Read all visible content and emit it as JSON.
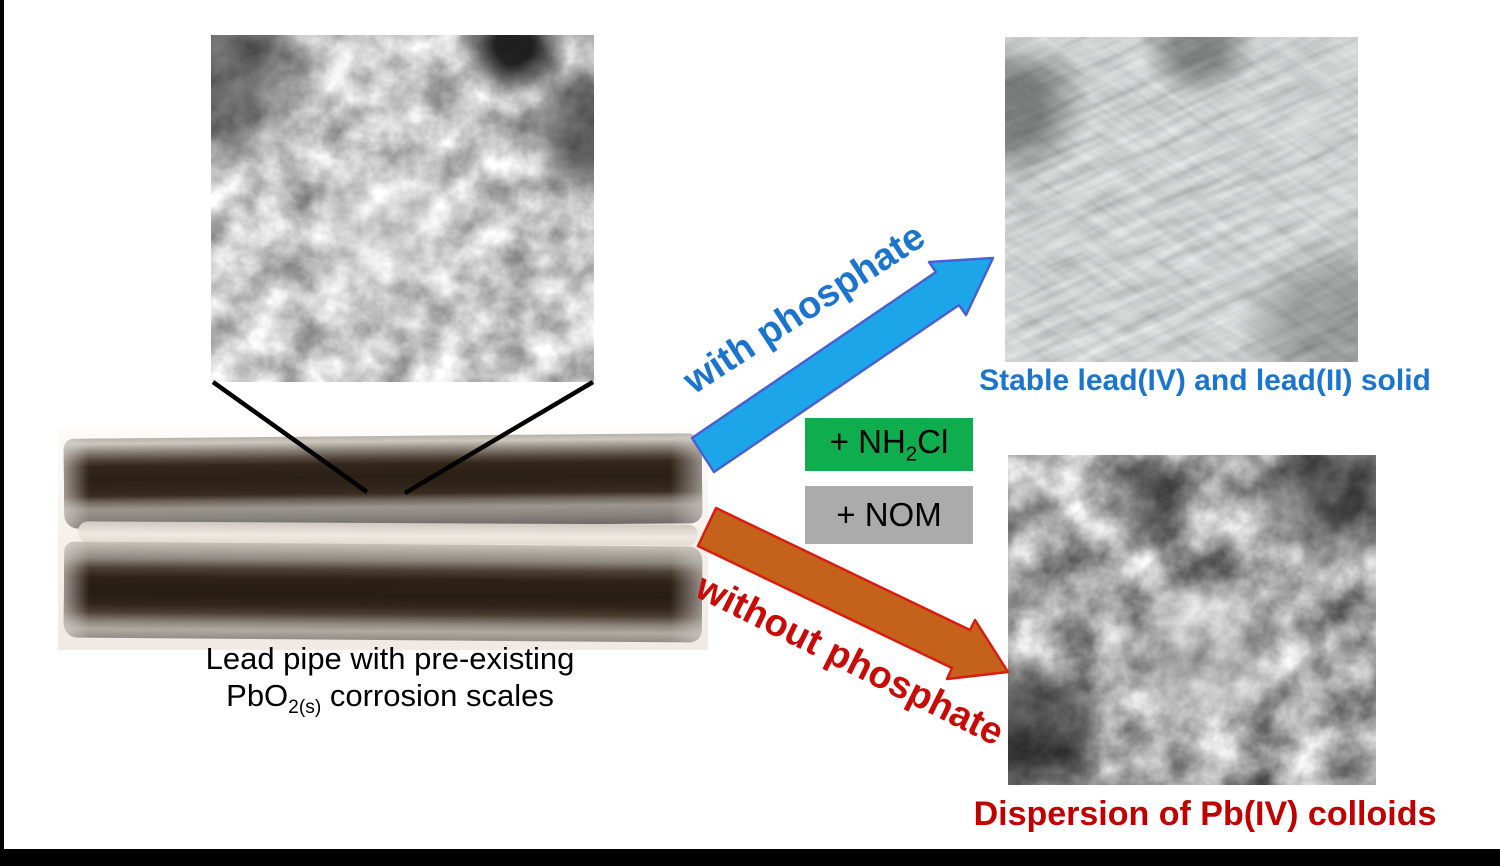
{
  "figure": {
    "pipe_caption": {
      "line1": "Lead pipe with pre-existing",
      "line2_pre": "PbO",
      "line2_sub": "2(s)",
      "line2_post": " corrosion scales"
    },
    "arrows": {
      "with_phosphate": {
        "label": "with phosphate"
      },
      "without_phosphate": {
        "label": "without phosphate"
      }
    },
    "reagent_boxes": {
      "nh2cl": {
        "pre": "+ NH",
        "sub": "2",
        "post": "Cl"
      },
      "nom": {
        "label": "+ NOM"
      }
    },
    "results": {
      "stable": {
        "caption": "Stable lead(IV) and lead(II) solid"
      },
      "dispersion": {
        "caption": "Dispersion of Pb(IV) colloids"
      }
    },
    "sem_images": {
      "corrosion_scales": "SEM micrograph of granular PbO2 corrosion scale particles",
      "stable_solid": "SEM micrograph of rod-shaped lead(IV)/lead(II) crystals",
      "colloids": "SEM micrograph of dispersed Pb(IV) colloid particle clusters"
    },
    "colors": {
      "blue_arrow_fill": "#1CA6E9",
      "blue_arrow_border": "#4A5FD0",
      "orange_arrow_fill": "#C4611B",
      "orange_arrow_border": "#DC1B10",
      "green_box_bg": "#0FAD4D",
      "gray_box_bg": "#ABABAB",
      "blue_text": "#1B74CD",
      "red_text": "#C00000",
      "without_text": "#C80B06",
      "line_black": "#000000"
    }
  }
}
